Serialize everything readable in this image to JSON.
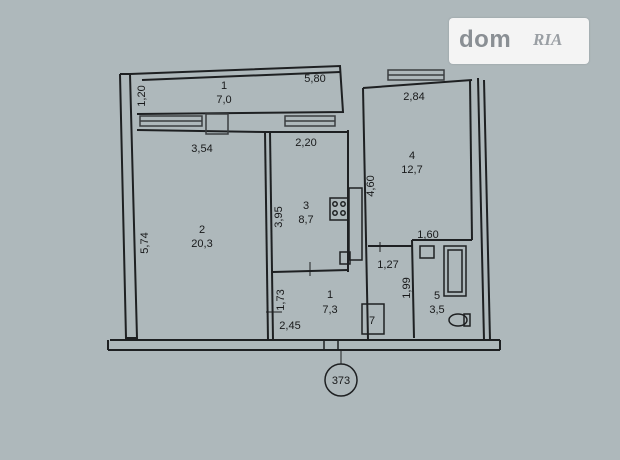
{
  "watermark": {
    "brand_left": "dom",
    "brand_right": "RIA"
  },
  "plan": {
    "sheet_number": "373",
    "rooms": [
      {
        "number": "1",
        "area": "7,0"
      },
      {
        "number": "2",
        "area": "20,3"
      },
      {
        "number": "3",
        "area": "8,7"
      },
      {
        "number": "4",
        "area": "12,7"
      },
      {
        "number": "1",
        "area": "7,3"
      },
      {
        "number": "5",
        "area": "3,5"
      }
    ],
    "dimensions": [
      "5,80",
      "1,20",
      "3,54",
      "2,20",
      "2,84",
      "4,60",
      "3,95",
      "5,74",
      "1,60",
      "1,27",
      "1,99",
      "1,73",
      "2,45"
    ],
    "door_label": "7"
  },
  "colors": {
    "background": "#aeb8bb",
    "wall": "#1e2022",
    "window": "#3a3d40",
    "ink": "#18191a"
  }
}
